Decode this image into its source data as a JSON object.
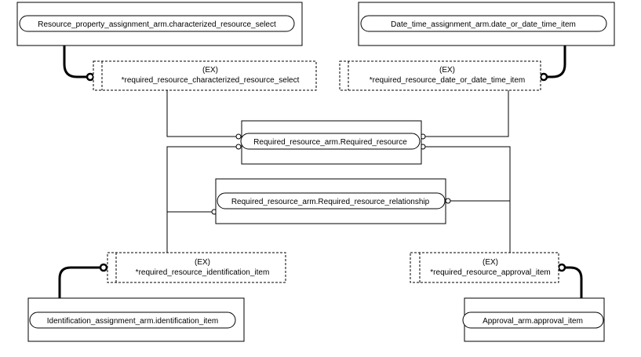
{
  "diagram": {
    "entities": {
      "resource_property_select": "Resource_property_assignment_arm.characterized_resource_select",
      "date_time_item": "Date_time_assignment_arm.date_or_date_time_item",
      "required_resource": "Required_resource_arm.Required_resource",
      "required_resource_relationship": "Required_resource_arm.Required_resource_relationship",
      "identification_item": "Identification_assignment_arm.identification_item",
      "approval_item": "Approval_arm.approval_item"
    },
    "extensions": {
      "characterized_resource_select": {
        "tag": "(EX)",
        "name": "*required_resource_characterized_resource_select"
      },
      "date_or_date_time_item": {
        "tag": "(EX)",
        "name": "*required_resource_date_or_date_time_item"
      },
      "identification_item": {
        "tag": "(EX)",
        "name": "*required_resource_identification_item"
      },
      "approval_item": {
        "tag": "(EX)",
        "name": "*required_resource_approval_item"
      }
    }
  }
}
